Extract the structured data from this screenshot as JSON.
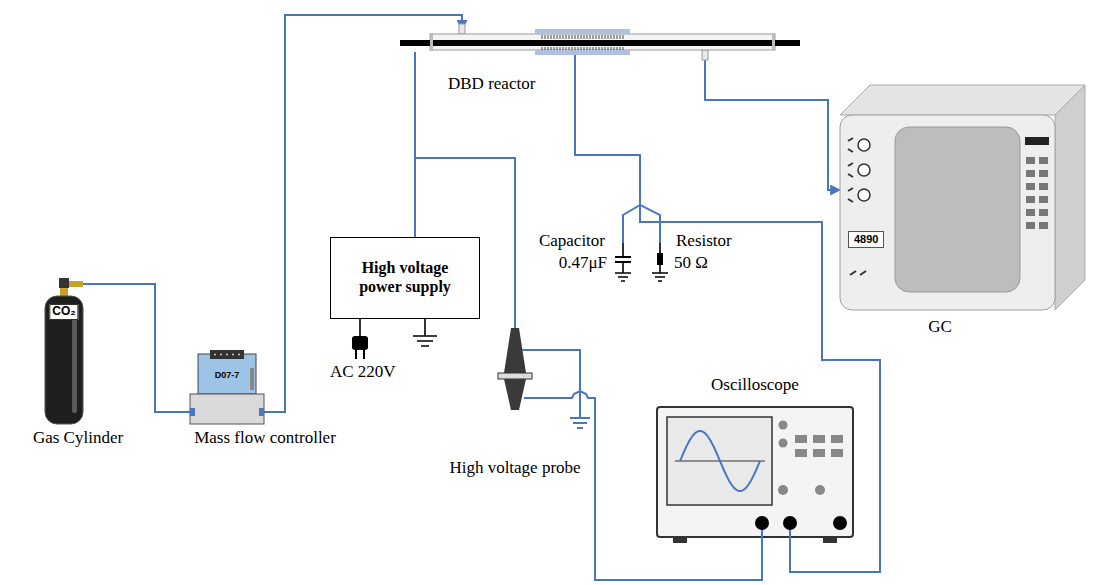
{
  "diagram": {
    "nodes": [
      {
        "text": [
          "CO₂",
          "Gas Cylinder"
        ]
      },
      {
        "text": [
          "D07-7",
          "Mass flow controller"
        ]
      },
      {
        "text": [
          "DBD reactor"
        ]
      },
      {
        "text": [
          "4890",
          "GC"
        ]
      },
      {
        "text": [
          "High voltage power supply"
        ]
      },
      {
        "text": [
          "High voltage probe"
        ]
      },
      {
        "text": [
          "Oscilloscope"
        ]
      },
      {
        "text": [
          "Capacitor",
          "0.47μF"
        ]
      },
      {
        "text": [
          "Resistor",
          "50 Ω"
        ]
      }
    ],
    "edges": [
      {
        "from": 0,
        "to": 1,
        "arrow": "none"
      },
      {
        "from": 1,
        "to": 2,
        "arrow": "to"
      },
      {
        "from": 2,
        "to": 3,
        "arrow": "to"
      },
      {
        "from": 4,
        "to": 2,
        "arrow": "none"
      },
      {
        "from": 4,
        "to": 5,
        "arrow": "none"
      },
      {
        "from": 2,
        "to": 7,
        "arrow": "none"
      },
      {
        "from": 2,
        "to": 8,
        "arrow": "none"
      },
      {
        "from": 2,
        "to": 6,
        "arrow": "none"
      },
      {
        "from": 5,
        "to": 6,
        "arrow": "none"
      }
    ],
    "labels": [
      "AC 220V"
    ]
  }
}
